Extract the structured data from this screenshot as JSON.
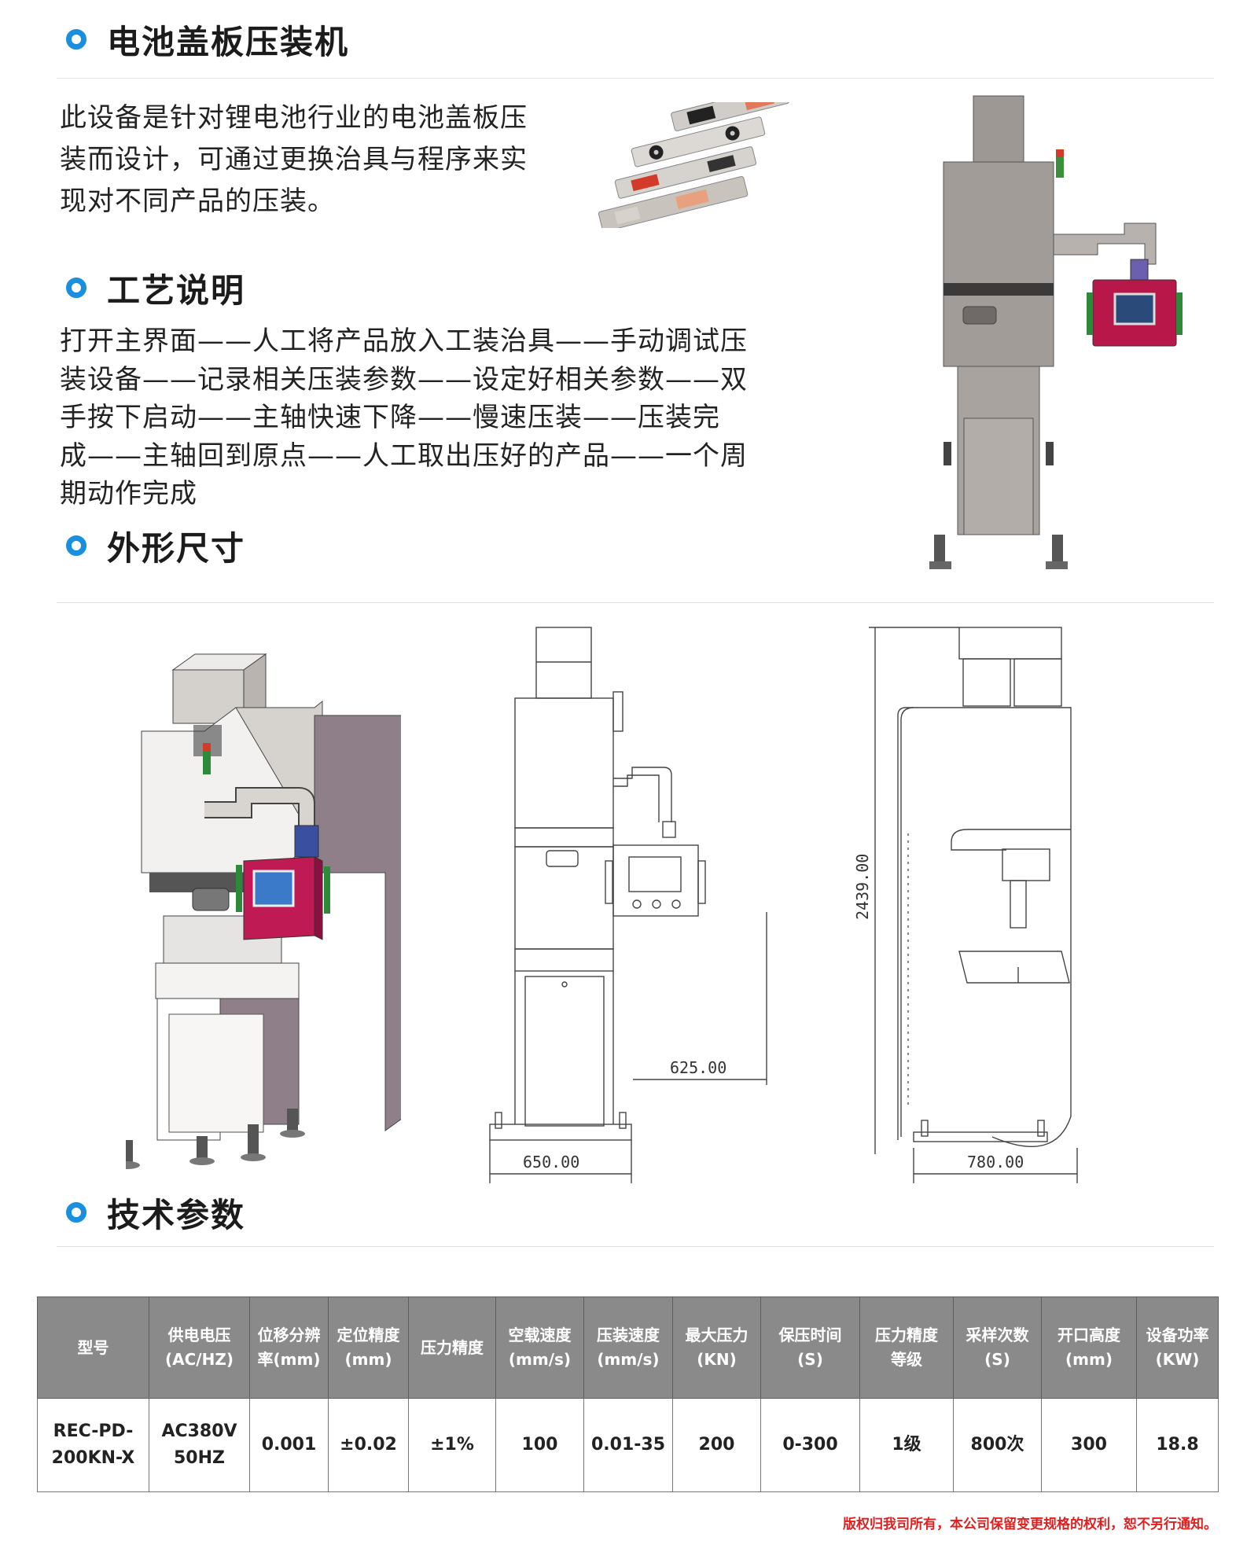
{
  "sections": {
    "s1": "电池盖板压装机",
    "s2": "工艺说明",
    "s3": "外形尺寸",
    "s4": "技术参数"
  },
  "intro": [
    "此设备是针对锂电池行业的电池盖板压",
    "装而设计，可通过更换治具与程序来实",
    "现对不同产品的压装。"
  ],
  "process": [
    "打开主界面——人工将产品放入工装治具——手动调试压",
    "装设备——记录相关压装参数——设定好相关参数——双",
    "手按下启动——主轴快速下降——慢速压装——压装完",
    "成——主轴回到原点——人工取出压好的产品——一个周",
    "期动作完成"
  ],
  "dimensions": {
    "height": "2439.00",
    "front_width": "650.00",
    "arm_reach": "625.00",
    "depth": "780.00"
  },
  "table": {
    "headers": [
      [
        "型号"
      ],
      [
        "供电电压",
        "(AC/HZ)"
      ],
      [
        "位移分辨",
        "率(mm)"
      ],
      [
        "定位精度",
        "(mm)"
      ],
      [
        "压力精度"
      ],
      [
        "空载速度",
        "(mm/s)"
      ],
      [
        "压装速度",
        "(mm/s)"
      ],
      [
        "最大压力",
        "(KN)"
      ],
      [
        "保压时间",
        "(S)"
      ],
      [
        "压力精度",
        "等级"
      ],
      [
        "采样次数",
        "(S)"
      ],
      [
        "开口高度",
        "(mm)"
      ],
      [
        "设备功率",
        "(KW)"
      ]
    ],
    "row": [
      [
        "REC-PD-",
        "200KN-X"
      ],
      [
        "AC380V",
        "50HZ"
      ],
      [
        "0.001"
      ],
      [
        "±0.02"
      ],
      [
        "±1%"
      ],
      [
        "100"
      ],
      [
        "0.01-35"
      ],
      [
        "200"
      ],
      [
        "0-300"
      ],
      [
        "1级"
      ],
      [
        "800次"
      ],
      [
        "300"
      ],
      [
        "18.8"
      ]
    ]
  },
  "footer": "版权归我司所有，本公司保留变更规格的权利，恕不另行通知。",
  "colors": {
    "accent": "#1a8fe0",
    "table_header": "#8a8a8a",
    "footer_red": "#e21f1f",
    "panel_red": "#b8174a",
    "machine_gray": "#a09a96"
  }
}
